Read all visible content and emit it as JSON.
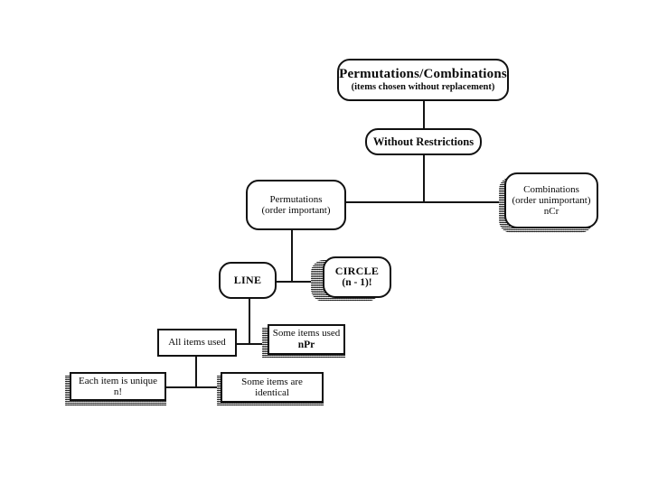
{
  "diagram": {
    "title": "Permutations/Combinations flow chart",
    "background_color": "#ffffff",
    "line_color": "#141414",
    "box_border_color": "#111111",
    "shadow_color": "#8e8e8e"
  },
  "nodes": {
    "root": {
      "line1": "Permutations/Combinations",
      "line2": "(items chosen without replacement)",
      "shape": "rounded-rectangle",
      "shadow": false
    },
    "without_restrictions": {
      "line1": "Without Restrictions",
      "shape": "rounded-rectangle",
      "shadow": false
    },
    "permutations": {
      "line1": "Permutations",
      "line2": "(order important)",
      "shape": "rounded-rectangle",
      "shadow": false
    },
    "combinations": {
      "line1": "Combinations",
      "line2": "(order unimportant)",
      "line3": "nCr",
      "shape": "rounded-rectangle",
      "shadow": true
    },
    "line_node": {
      "line1": "LINE",
      "shape": "rounded-rectangle",
      "shadow": false
    },
    "circle_node": {
      "line1": "CIRCLE",
      "line2": "(n - 1)!",
      "shape": "rounded-rectangle",
      "shadow": true
    },
    "all_items_used": {
      "line1": "All items used",
      "shape": "rectangle",
      "shadow": false
    },
    "some_items_used": {
      "line1": "Some items used",
      "line2": "nPr",
      "shape": "rectangle",
      "shadow": true
    },
    "each_item_unique": {
      "line1": "Each item is unique",
      "line2": "n!",
      "shape": "rectangle",
      "shadow": true
    },
    "some_items_identical": {
      "line1": "Some items are",
      "line2": "identical",
      "shape": "rectangle",
      "shadow": true
    }
  }
}
